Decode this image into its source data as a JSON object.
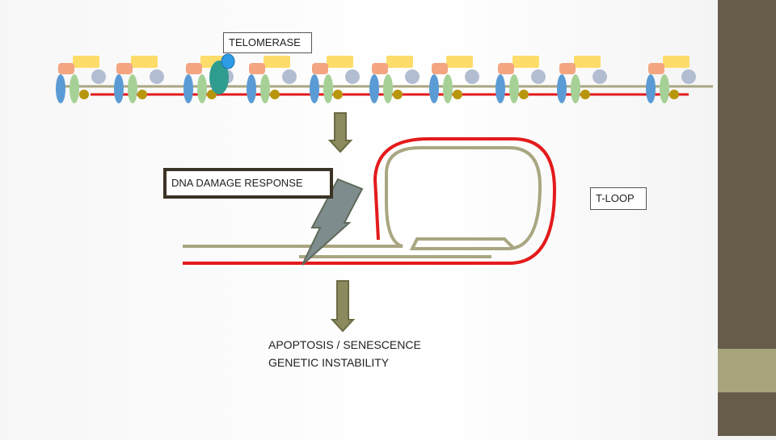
{
  "labels": {
    "telomerase": "TELOMERASE",
    "dna_damage_response": "DNA DAMAGE RESPONSE",
    "t_loop": "T-LOOP",
    "outcome_line_1": "APOPTOSIS / SENESCENCE",
    "outcome_line_2": "GENETIC INSTABILITY"
  },
  "colors": {
    "dna_strand_red": "#e41a1c",
    "dna_strand_olive": "#a9a681",
    "arrow_fill": "#8b8a5e",
    "arrow_stroke": "#6b6a45",
    "lightning_fill": "#7f8c8d",
    "lightning_stroke": "#5f6b5a",
    "telomerase_teal": "#2f9c8f",
    "telomerase_blue": "#2e9be6",
    "shelterin_yellow": "#fddc6a",
    "shelterin_peach": "#f4a582",
    "shelterin_grey": "#b3bdd1",
    "shelterin_blue": "#5b9bd5",
    "shelterin_green": "#a6d196",
    "shelterin_gold": "#b8960c",
    "sidebar": "#665c49",
    "sidebar_accent": "#a7a47e"
  },
  "shelterin_complex_count": 10
}
